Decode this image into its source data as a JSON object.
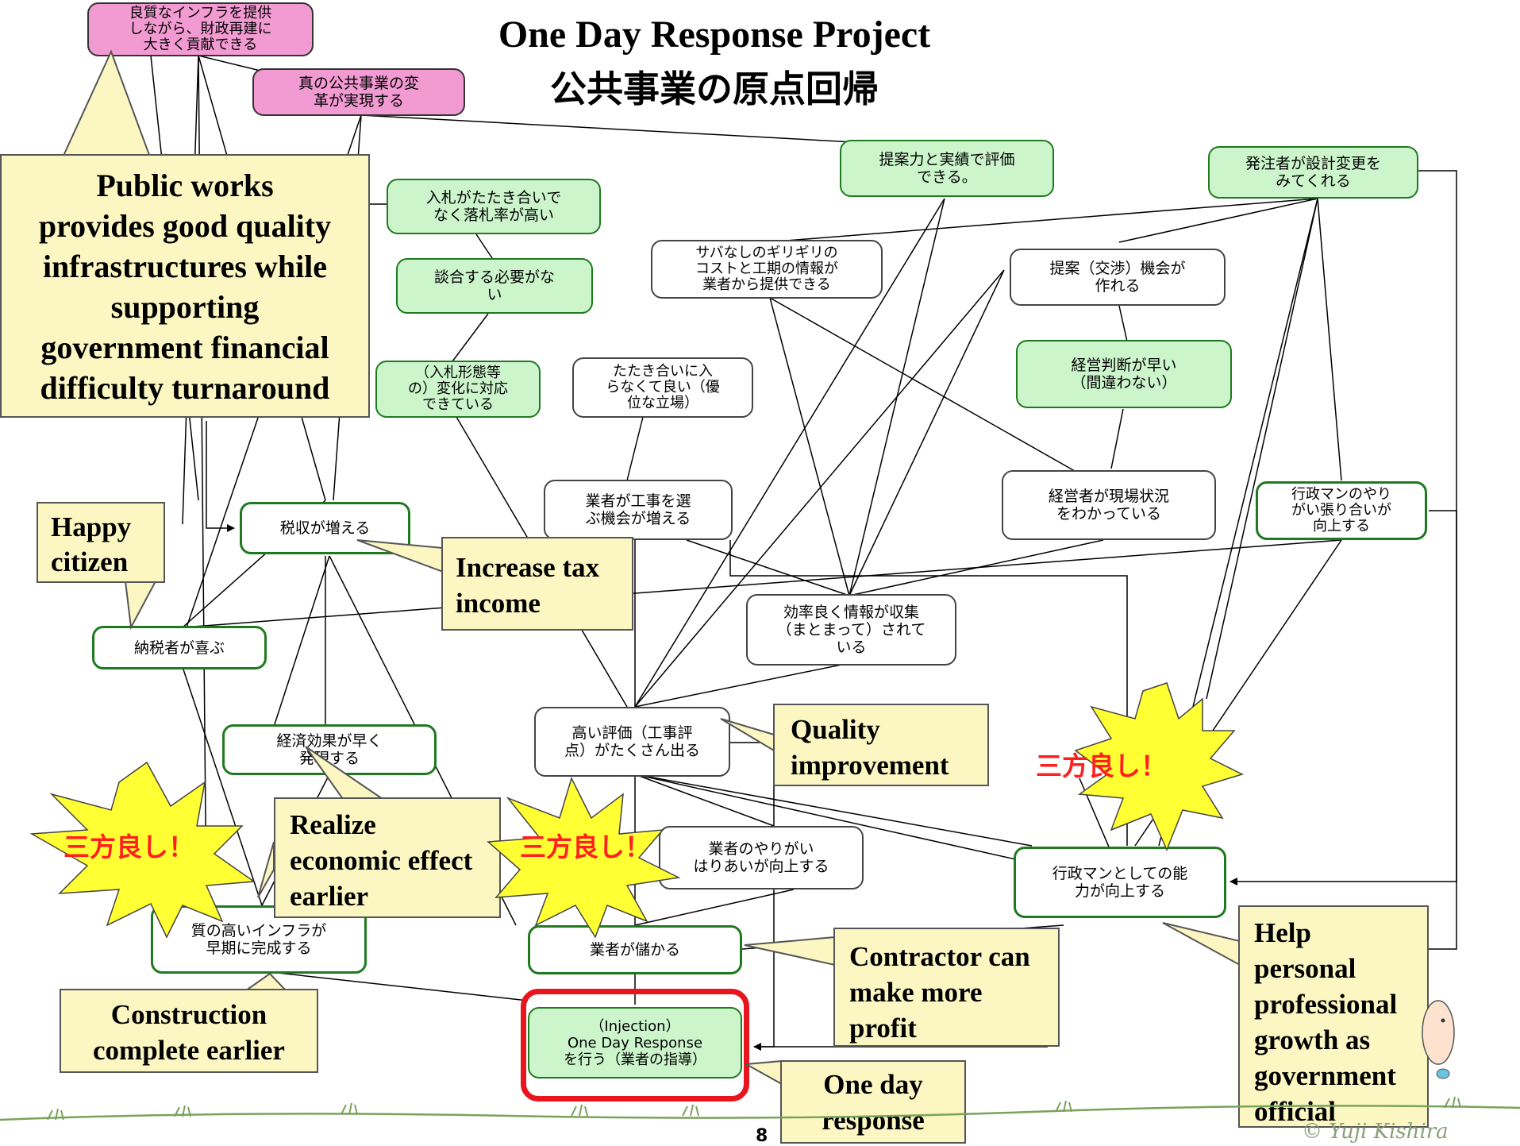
{
  "title": {
    "english": "One Day Response Project",
    "japanese": "公共事業の原点回帰"
  },
  "nodes": {
    "n_good_infra": "良質なインフラを提供\nしながら、財政再建に\n大きく貢献できる",
    "n_true_reform": "真の公共事業の変\n革が実現する",
    "n_proposal_eval": "提案力と実績で評価\nできる。",
    "n_design_change": "発注者が設計変更を\nみてくれる",
    "n_bid_rate": "入札がたたき合いで\nなく落札率が高い",
    "n_no_collusion": "談合する必要がな\nい",
    "n_cost_info": "サバなしのギリギリの\nコストと工期の情報が\n業者から提供できる",
    "n_negotiation": "提案（交渉）機会が\n作れる",
    "n_mgmt_decision": "経営判断が早い\n（間違わない）",
    "n_bid_form": "（入札形態等\nの）変化に対応\nできている",
    "n_no_price_war": "たたき合いに入\nらなくて良い（優\n位な立場）",
    "n_choose_projects": "業者が工事を選\nぶ機会が増える",
    "n_mgmt_aware": "経営者が現場状況\nをわかっている",
    "n_official_motivation": "行政マンのやり\nがい張り合いが\n向上する",
    "n_tax_increase": "税収が増える",
    "n_taxpayers_happy": "納税者が喜ぶ",
    "n_info_collected": "効率良く情報が収集\n（まとまって）されて\nいる",
    "n_high_evaluation": "高い評価（工事評\n点）がたくさん出る",
    "n_economic_effect": "経済効果が早く\n発現する",
    "n_contractor_motivation": "業者のやりがい\nはりあいが向上する",
    "n_official_ability": "行政マンとしての能\n力が向上する",
    "n_quality_infra_early": "質の高いインフラが\n早期に完成する",
    "n_contractor_profit": "業者が儲かる",
    "n_injection": "（Injection）\nOne Day Response\nを行う（業者の指導）"
  },
  "callouts": {
    "c_public_works": "Public works\nprovides good  quality\ninfrastructures while\nsupporting\ngovernment financial\ndifficulty turnaround",
    "c_happy_citizen": "Happy\ncitizen",
    "c_increase_tax": "Increase tax\nincome",
    "c_quality_improvement": "Quality\nimprovement",
    "c_realize_economic": "Realize\neconomic effect\nearlier",
    "c_contractor_profit": "Contractor can\nmake more\nprofit",
    "c_construction_complete": "Construction\ncomplete earlier",
    "c_one_day": "One day\nresponse",
    "c_help_growth": "Help\npersonal\nprofessional\ngrowth as\ngovernment\nofficial"
  },
  "bursts": {
    "left": "三方良し！",
    "center": "三方良し！",
    "right": "三方良し！"
  },
  "page_number": "8",
  "copyright": "© Yuji Kishira",
  "colors": {
    "node_green_fill": "#ccf5cc",
    "node_green_border": "#1f7a1f",
    "node_pink_fill": "#f29ad2",
    "callout_fill": "#fcf7c2",
    "burst_fill": "#ffff33",
    "burst_text": "#ff1f1f",
    "injection_highlight": "#e8141e",
    "grass": "#7aa35a"
  }
}
